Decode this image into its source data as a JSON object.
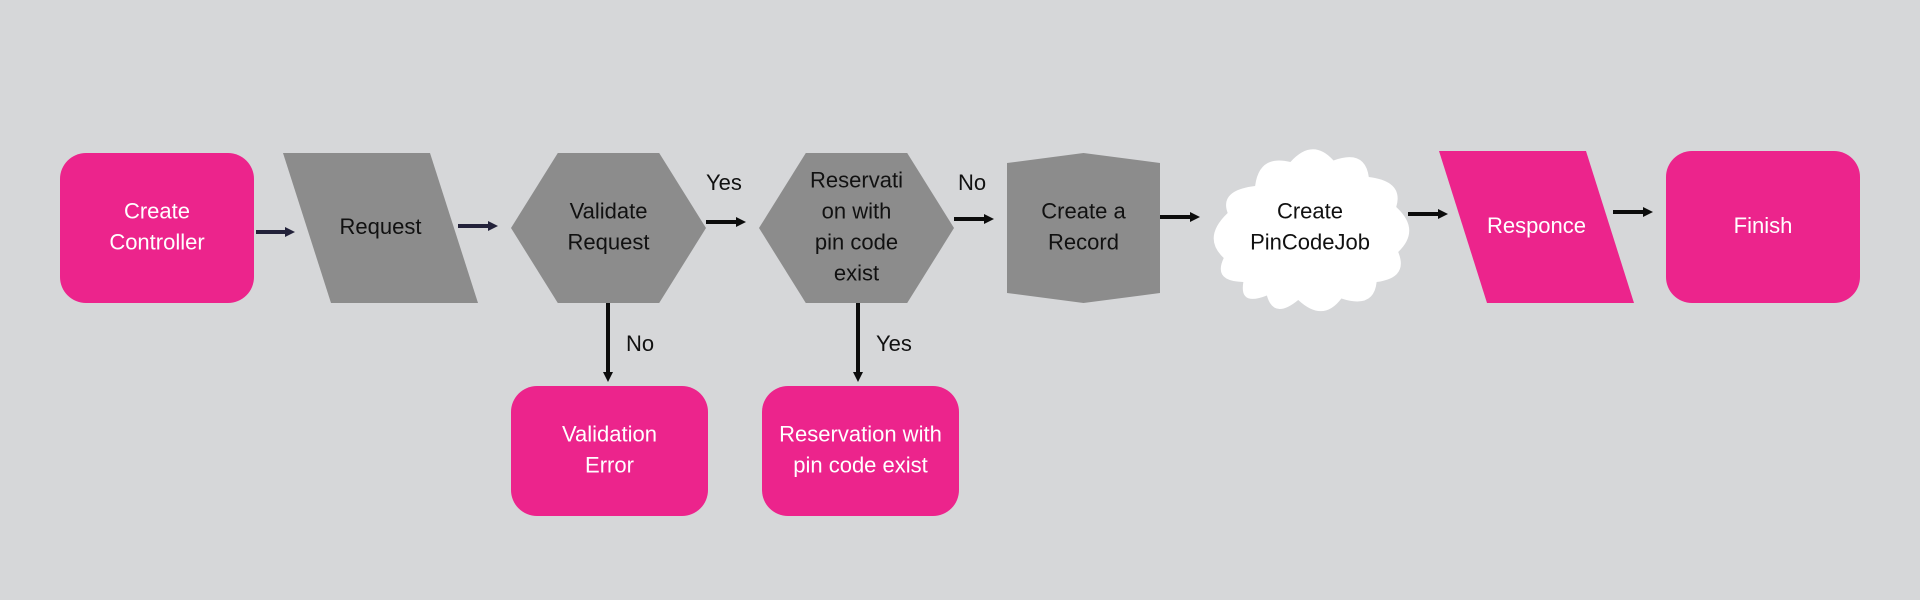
{
  "colors": {
    "background": "#d6d7d9",
    "pink": "#ec248c",
    "gray": "#8c8c8c",
    "white": "#ffffff",
    "dark_text": "#111111",
    "light_text": "#ffffff",
    "arrow": "#0c0c0c",
    "arrow_navy": "#23223a"
  },
  "nodes": [
    {
      "id": "create-controller",
      "shape": "rounded-rect",
      "lines": [
        "Create",
        "Controller"
      ],
      "fill": "pink",
      "text": "light"
    },
    {
      "id": "request",
      "shape": "parallelogram",
      "lines": [
        "Request"
      ],
      "fill": "gray",
      "text": "dark"
    },
    {
      "id": "validate-request",
      "shape": "hexagon",
      "lines": [
        "Validate",
        "Request"
      ],
      "fill": "gray",
      "text": "dark"
    },
    {
      "id": "reservation-check",
      "shape": "hexagon",
      "lines": [
        "Reservati",
        "on with",
        "pin code",
        "exist"
      ],
      "fill": "gray",
      "text": "dark"
    },
    {
      "id": "create-record",
      "shape": "pentagon-card",
      "lines": [
        "Create a",
        "Record"
      ],
      "fill": "gray",
      "text": "dark"
    },
    {
      "id": "create-pincodejob",
      "shape": "cloud",
      "lines": [
        "Create",
        "PinCodeJob"
      ],
      "fill": "white",
      "text": "dark"
    },
    {
      "id": "responce",
      "shape": "parallelogram",
      "lines": [
        "Responce"
      ],
      "fill": "pink",
      "text": "light"
    },
    {
      "id": "finish",
      "shape": "rounded-rect",
      "lines": [
        "Finish"
      ],
      "fill": "pink",
      "text": "light"
    },
    {
      "id": "validation-error",
      "shape": "rounded-rect",
      "lines": [
        "Validation",
        "Error"
      ],
      "fill": "pink",
      "text": "light"
    },
    {
      "id": "reservation-exists",
      "shape": "rounded-rect",
      "lines": [
        "Reservation with",
        "pin code exist"
      ],
      "fill": "pink",
      "text": "light"
    }
  ],
  "edges": [
    {
      "id": "controller-to-request",
      "from": "create-controller",
      "to": "request",
      "label": "",
      "color": "arrow_navy"
    },
    {
      "id": "request-to-validate",
      "from": "request",
      "to": "validate-request",
      "label": "",
      "color": "arrow_navy"
    },
    {
      "id": "validate-to-reservation",
      "from": "validate-request",
      "to": "reservation-check",
      "label": "Yes",
      "color": "arrow"
    },
    {
      "id": "validate-to-error",
      "from": "validate-request",
      "to": "validation-error",
      "label": "No",
      "color": "arrow"
    },
    {
      "id": "reservation-to-record",
      "from": "reservation-check",
      "to": "create-record",
      "label": "No",
      "color": "arrow"
    },
    {
      "id": "reservation-to-exists",
      "from": "reservation-check",
      "to": "reservation-exists",
      "label": "Yes",
      "color": "arrow"
    },
    {
      "id": "record-to-pincodejob",
      "from": "create-record",
      "to": "create-pincodejob",
      "label": "",
      "color": "arrow"
    },
    {
      "id": "pincodejob-to-responce",
      "from": "create-pincodejob",
      "to": "responce",
      "label": "",
      "color": "arrow"
    },
    {
      "id": "responce-to-finish",
      "from": "responce",
      "to": "finish",
      "label": "",
      "color": "arrow"
    }
  ]
}
